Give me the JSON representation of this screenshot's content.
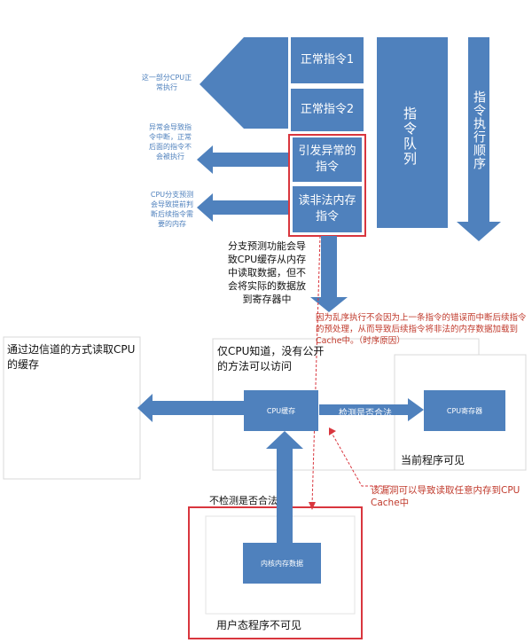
{
  "instructions": {
    "normal1": "正常指令1",
    "normal2": "正常指令2",
    "exception": "引发异常的指令",
    "illegal_read": "读非法内存指令"
  },
  "queue_label": "指令队列",
  "order_label": "指令执行顺序",
  "notes": {
    "executed": "这一部分CPU正常执行",
    "exception_note": "异常会导致指令中断，正常后面的指令不会被执行",
    "branch_note": "CPU分支预测会导致提前判断后续指令需要的内存"
  },
  "branch_prediction_text": "分支预测功能会导致CPU缓存从内存中读取数据，但不会将实际的数据放到寄存器中",
  "out_of_order_note": "因为乱序执行不会因为上一条指令的错误而中断后续指令的预处理，从而导致后续指令将非法的内存数据加载到Cache中。（时序原因）",
  "side_channel_label": "通过边信道的方式读取CPU的缓存",
  "cpu_only_label": "仅CPU知道，没有公开的方法可以访问",
  "cpu_cache": "CPU缓存",
  "check_legal": "检测是否合法",
  "cpu_register": "CPU寄存器",
  "current_program_visible": "当前程序可见",
  "no_check": "不检测是否合法",
  "kernel_memory": "内核内存数据",
  "user_invisible": "用户态程序不可见",
  "vuln_note": "该漏洞可以导致读取任意内存到CPU Cache中",
  "colors": {
    "blue": "#4f81bd",
    "red": "#d9363e",
    "note_red": "#c0392b"
  }
}
